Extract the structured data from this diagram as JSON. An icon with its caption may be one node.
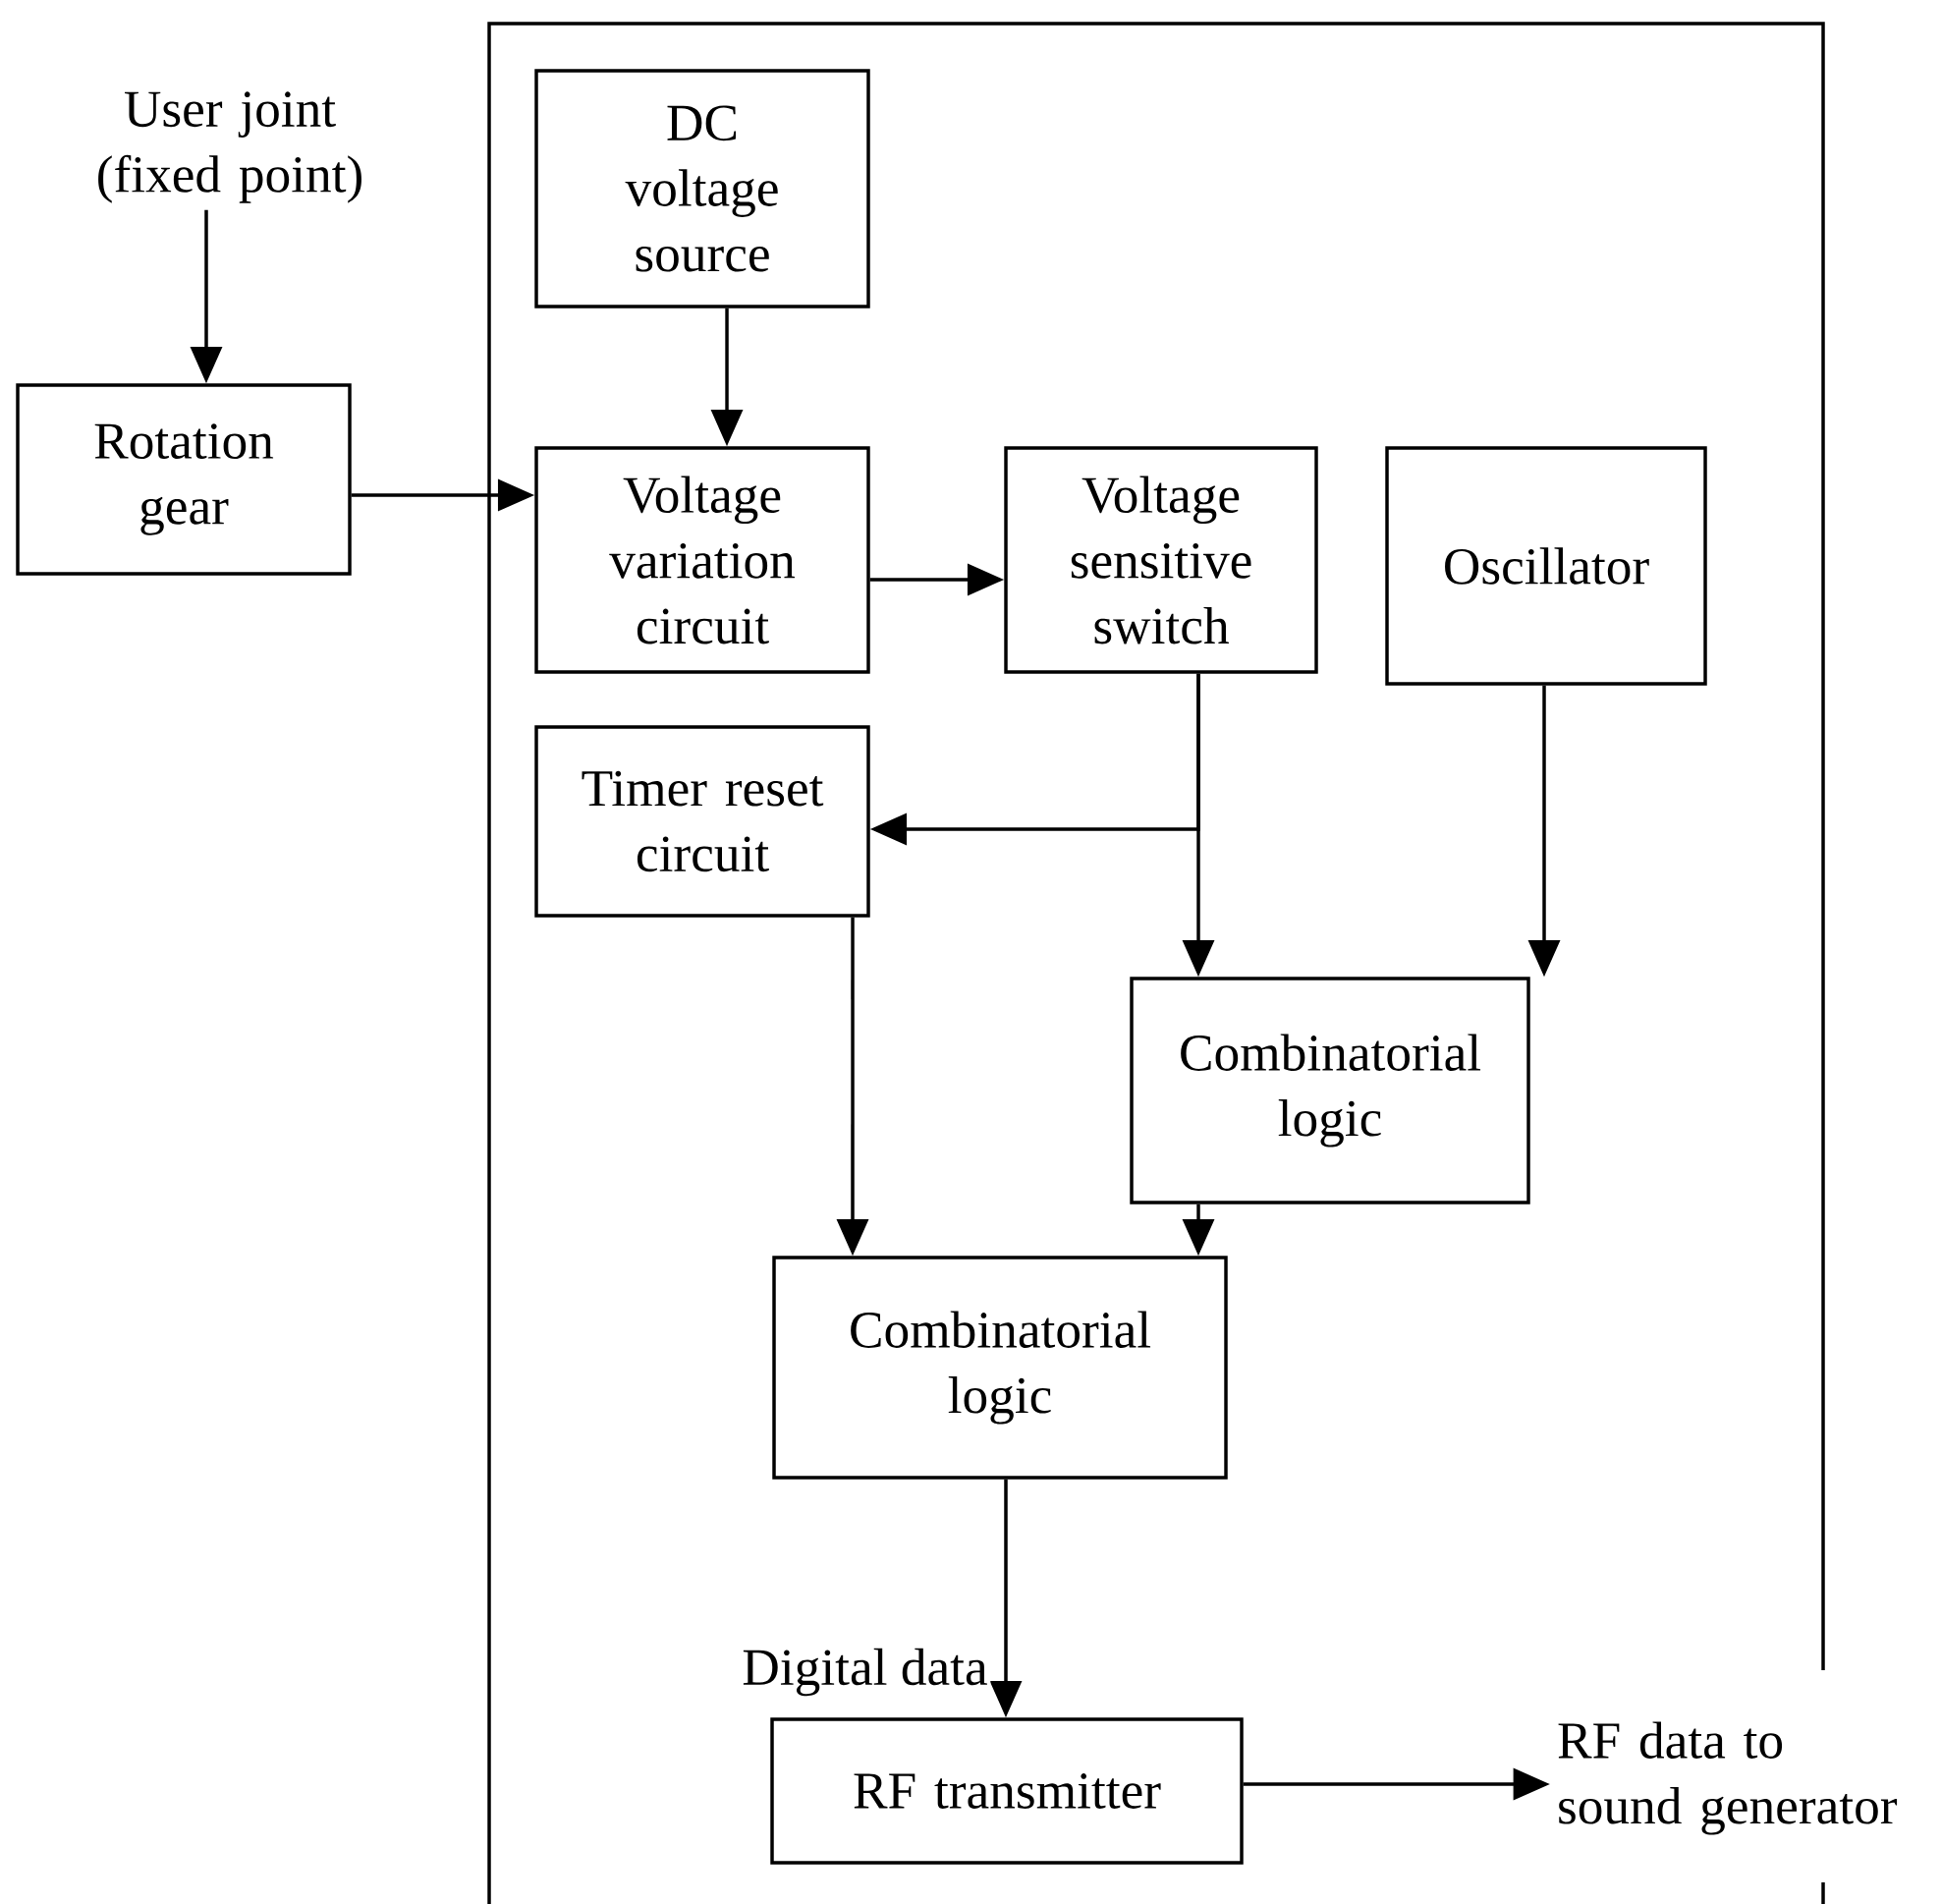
{
  "diagram": {
    "nodes": [
      {
        "text": [],
        "shape": "box"
      },
      {
        "text": [
          "User joint (fixed point)"
        ]
      },
      {
        "text": [
          "Rotation gear"
        ]
      },
      {
        "text": [
          "DC voltage source"
        ],
        "in": 0
      },
      {
        "text": [
          "Voltage variation circuit"
        ],
        "in": 0
      },
      {
        "text": [
          "Voltage sensitive switch"
        ],
        "in": 0
      },
      {
        "text": [
          "Oscillator"
        ],
        "in": 0
      },
      {
        "text": [
          "Timer reset circuit"
        ],
        "in": 0
      },
      {
        "text": [
          "Combinatorial logic"
        ],
        "in": 0
      },
      {
        "text": [
          "Combinatorial logic"
        ],
        "in": 0
      },
      {
        "text": [
          "RF transmitter"
        ],
        "in": 0
      },
      {
        "text": [
          "RF data to sound generator"
        ]
      }
    ],
    "edges": [
      {
        "from": 1,
        "to": 2,
        "arrow": "to"
      },
      {
        "from": 2,
        "to": 4,
        "arrow": "to"
      },
      {
        "from": 3,
        "to": 4,
        "arrow": "to"
      },
      {
        "from": 4,
        "to": 5,
        "arrow": "to"
      },
      {
        "from": 5,
        "to": 7,
        "arrow": "to"
      },
      {
        "from": 5,
        "to": 8,
        "arrow": "to"
      },
      {
        "from": 6,
        "to": 8,
        "arrow": "to"
      },
      {
        "from": 7,
        "to": 9,
        "arrow": "to"
      },
      {
        "from": 8,
        "to": 9,
        "arrow": "to"
      },
      {
        "from": 9,
        "to": 10,
        "arrow": "to",
        "label": "Digital data"
      },
      {
        "from": 10,
        "to": 11,
        "arrow": "to"
      }
    ]
  }
}
